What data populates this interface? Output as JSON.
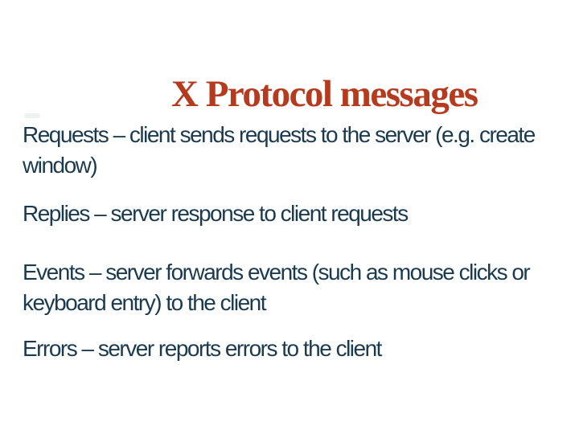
{
  "slide": {
    "title": "X Protocol messages",
    "paragraphs": {
      "requests": {
        "lines": [
          "Requests – client sends requests to the server (e.g. create",
          "window)"
        ]
      },
      "replies": {
        "lines": [
          "Replies – server response to client requests"
        ]
      },
      "events": {
        "lines": [
          "Events – server forwards events (such as mouse clicks or",
          "keyboard entry) to the client"
        ]
      },
      "errors": {
        "lines": [
          "Errors – server reports errors to the client"
        ]
      }
    },
    "colors": {
      "background": "#ffffff",
      "title": "#b63a1d",
      "body_text": "#1a3a50"
    }
  }
}
